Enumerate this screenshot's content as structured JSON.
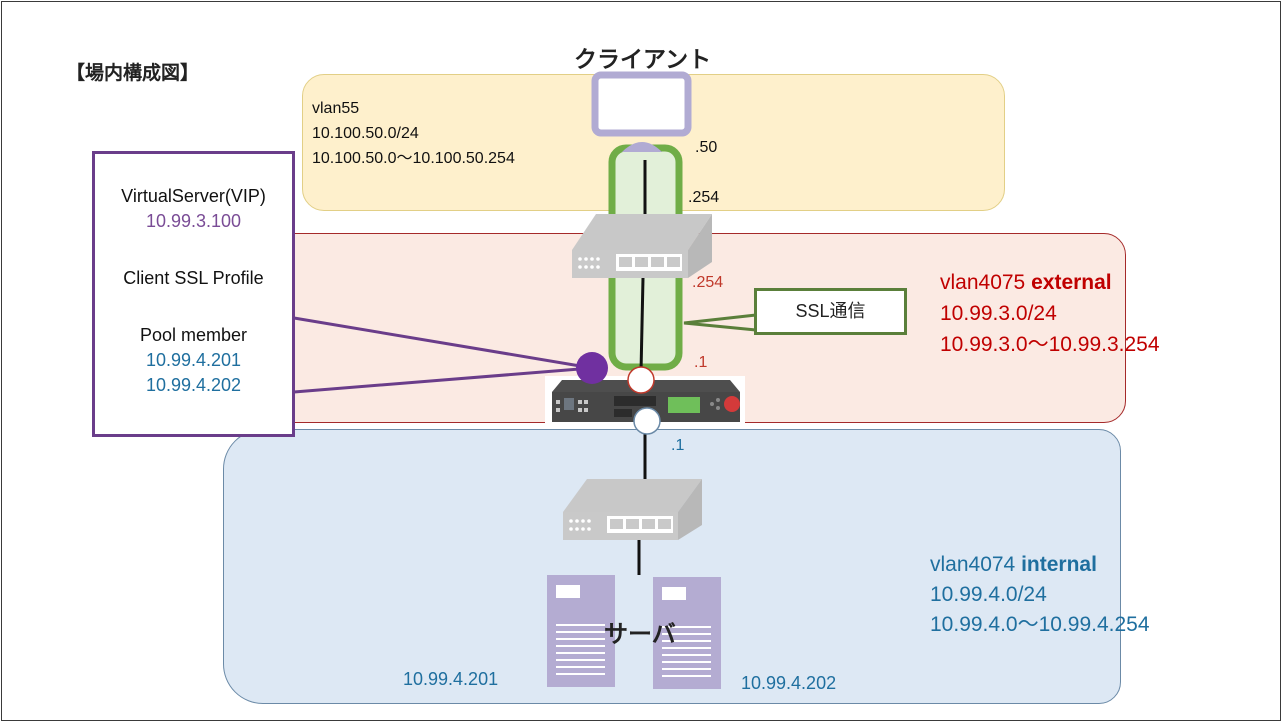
{
  "title": "【場内構成図】",
  "client": {
    "label": "クライアント",
    "ip_suffix": ".50"
  },
  "vlan55": {
    "name": "vlan55",
    "subnet": "10.100.50.0/24",
    "range": "10.100.50.0～10.100.50.254",
    "gateway_suffix": ".254"
  },
  "external": {
    "vlan": "vlan4075",
    "name": "external",
    "subnet": "10.99.3.0/24",
    "range": "10.99.3.0～10.99.3.254",
    "switch_suffix": ".254",
    "bigip_suffix": ".1",
    "color": "#c00000"
  },
  "internal": {
    "vlan": "vlan4074",
    "name": "internal",
    "subnet": "10.99.4.0/24",
    "range": "10.99.4.0～10.99.4.254",
    "bigip_suffix": ".1",
    "color": "#1f6f9f"
  },
  "callout": {
    "vs_label": "VirtualServer(VIP)",
    "vip": "10.99.3.100",
    "profile_label": "Client SSL Profile",
    "pool_label": "Pool member",
    "pool_members": [
      "10.99.4.201",
      "10.99.4.202"
    ]
  },
  "ssl_label": "SSL通信",
  "servers": {
    "label": "サーバ",
    "ips": [
      "10.99.4.201",
      "10.99.4.202"
    ]
  },
  "icons": {
    "client": "monitor-icon",
    "switch": "network-switch-icon",
    "loadbalancer": "f5-bigip-appliance-icon",
    "server": "server-tower-icon"
  }
}
